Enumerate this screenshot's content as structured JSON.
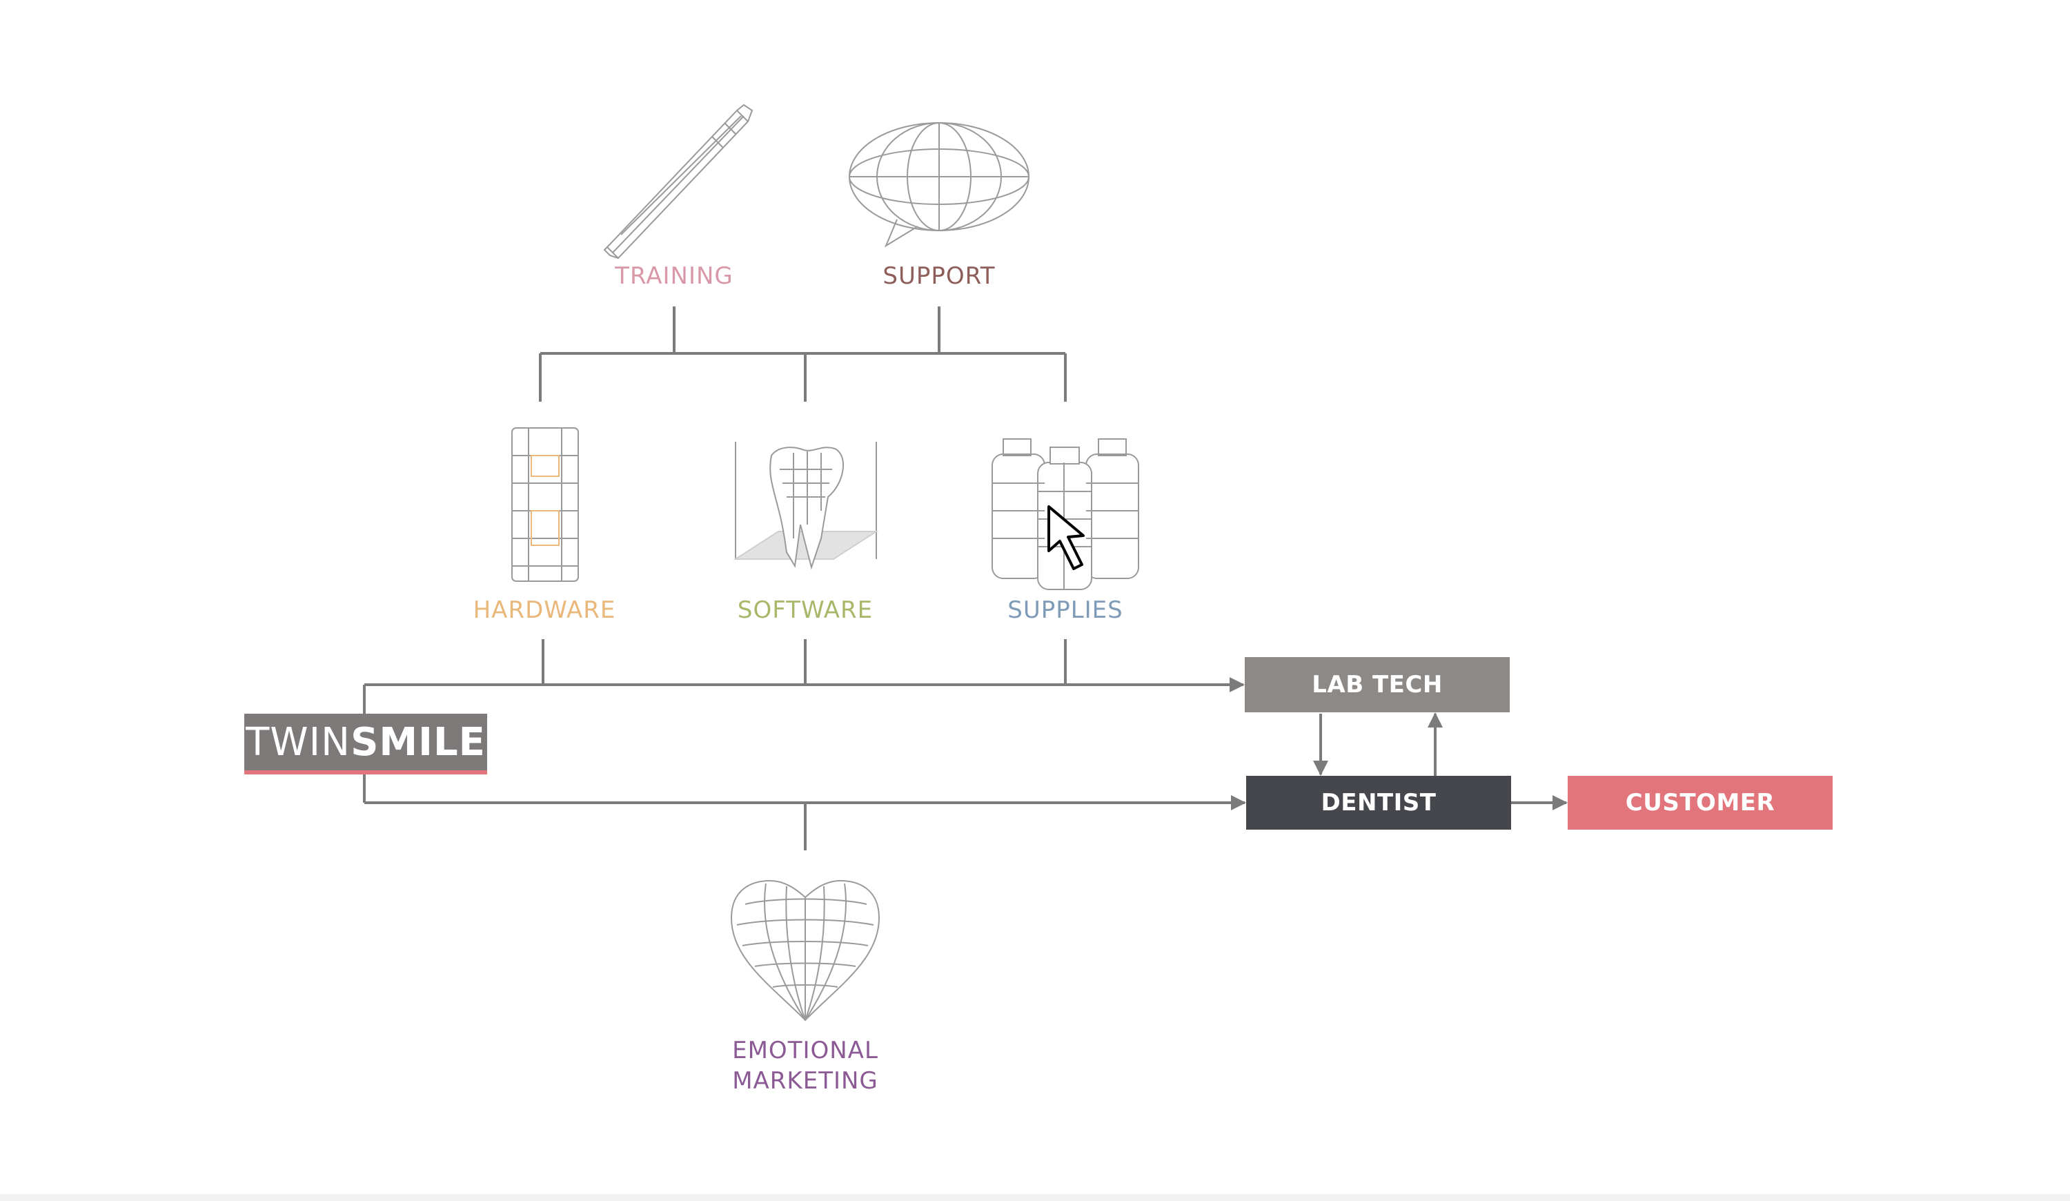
{
  "colors": {
    "line": "#7b7b7b",
    "icon_stroke": "#9a9a9a",
    "training": "#d998a8",
    "support": "#8e5e5a",
    "hardware": "#e9b87a",
    "software": "#a8b86a",
    "supplies": "#7e9bb7",
    "emotional": "#8b5a95",
    "lab_tech_bg": "#8c8986",
    "dentist_bg": "#45474c",
    "customer_bg": "#e2747b",
    "logo_bg": "#7d7978",
    "logo_underline": "#e2747b"
  },
  "nodes": {
    "training": {
      "label": "TRAINING",
      "icon": "pencil-icon"
    },
    "support": {
      "label": "SUPPORT",
      "icon": "speech-bubble-icon"
    },
    "hardware": {
      "label": "HARDWARE",
      "icon": "printer-machine-icon"
    },
    "software": {
      "label": "SOFTWARE",
      "icon": "tooth-model-icon"
    },
    "supplies": {
      "label": "SUPPLIES",
      "icon": "resin-bottles-icon"
    },
    "emotional": {
      "label_line1": "EMOTIONAL",
      "label_line2": "MARKETING",
      "icon": "heart-icon"
    }
  },
  "logo": {
    "light": "TWIN",
    "bold": "SMILE"
  },
  "boxes": {
    "lab_tech": "LAB TECH",
    "dentist": "DENTIST",
    "customer": "CUSTOMER"
  },
  "cursor": {
    "icon": "mouse-pointer-icon"
  }
}
